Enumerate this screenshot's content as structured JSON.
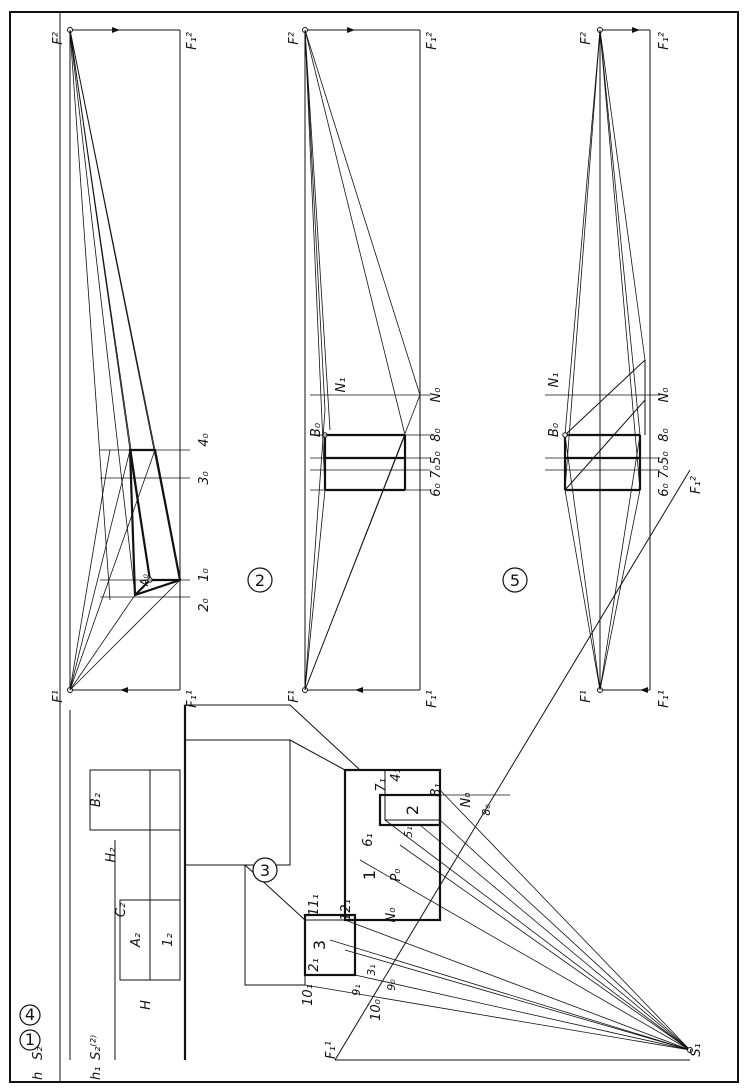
{
  "panels": {
    "p1": "1",
    "p4": "4",
    "p2": "2",
    "p3": "3",
    "p5": "5"
  },
  "labels": {
    "F2": "F²",
    "F2_1": "F₁²",
    "F1": "F¹",
    "F1_1": "F₁¹",
    "A0": "A₀",
    "two_zero": "2₀",
    "one_zero": "1₀",
    "three_zero": "3₀",
    "four_zero": "4₀",
    "B0": "B₀",
    "N1": "N₁",
    "N0": "N₀",
    "eight_zero": "8₀",
    "five_zero": "5₀",
    "seven_zero": "7₀",
    "six_zero": "6₀",
    "h": "h",
    "S2": "S₂",
    "h1": "h₁",
    "S2_2": "S₂⁽²⁾",
    "S1": "S₁",
    "C2": "C₂",
    "A2": "A₂",
    "B2": "B₂",
    "l2": "1₂",
    "H": "H",
    "H2": "H₂",
    "F1b": "F₁¹",
    "ten1": "10₁",
    "nine1": "9₁",
    "ten0": "10₀",
    "nine0": "9₀",
    "three1": "3₁",
    "two1": "2₁",
    "eleven1": "11₁",
    "twelve1": "12₁",
    "seven1": "7₁",
    "four1": "4₁",
    "eight1": "8₁",
    "six1": "6₁",
    "five1": "5₁",
    "label1": "1",
    "label2": "2",
    "label3": "3",
    "P0": "P₀",
    "N0b": "N₀",
    "eight0b": "8₀"
  }
}
